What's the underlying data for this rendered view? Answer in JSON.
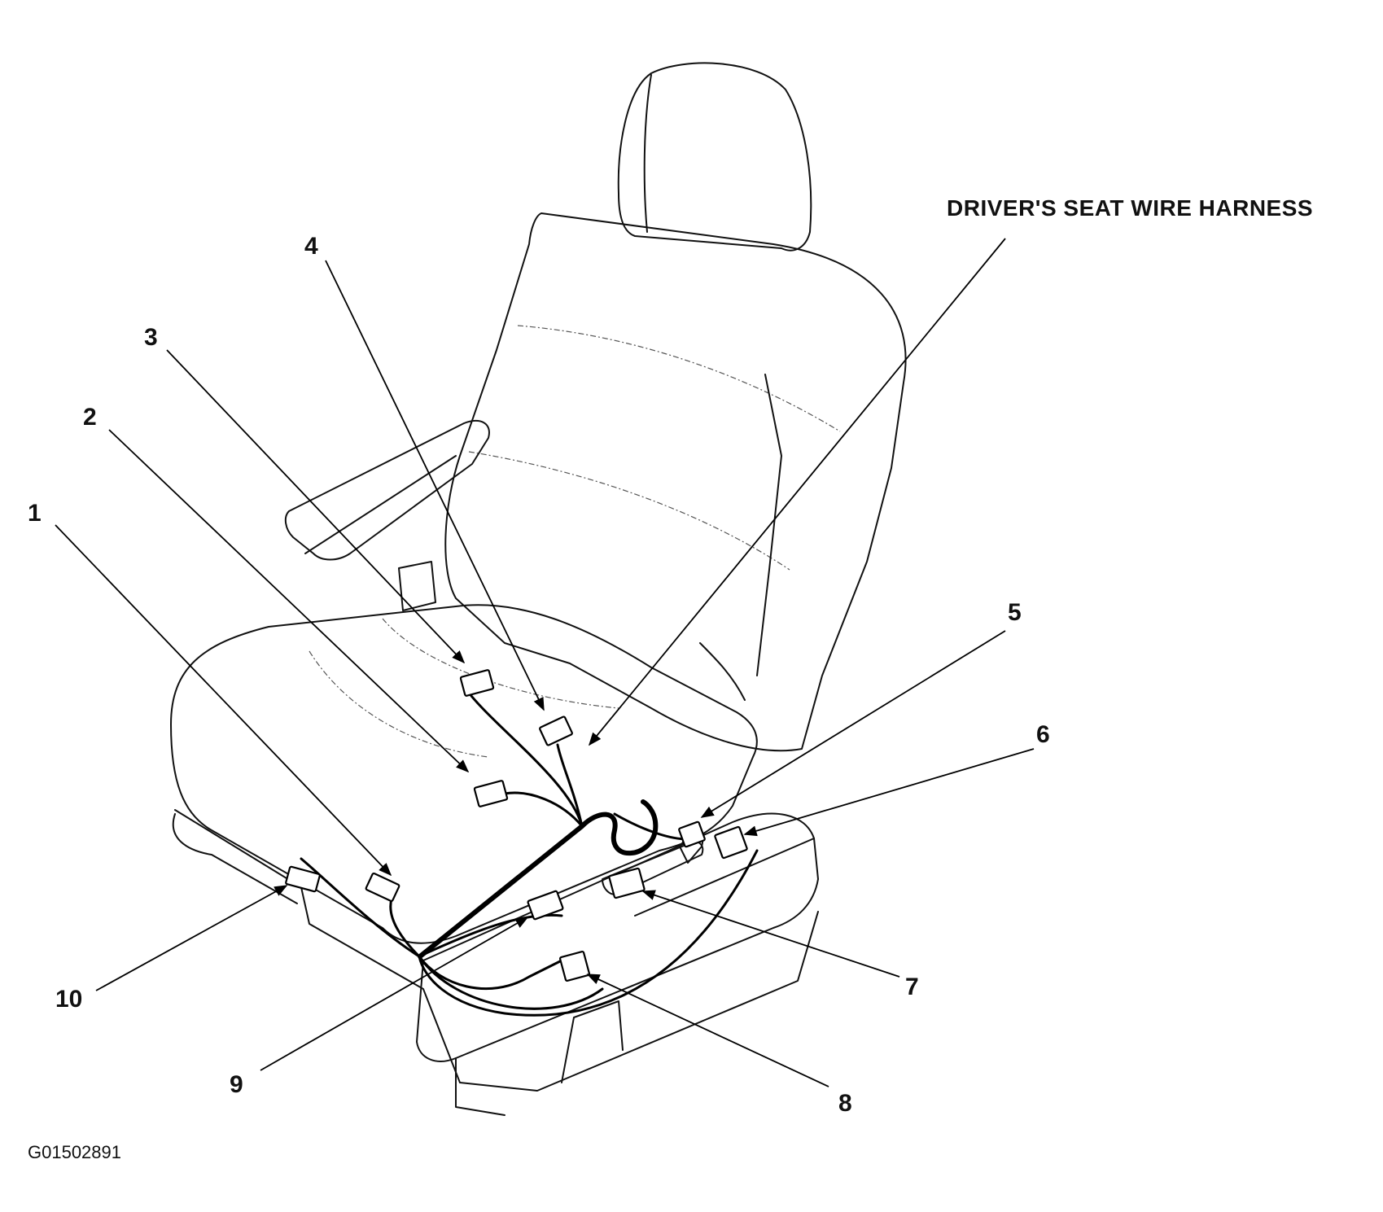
{
  "diagram": {
    "title": "DRIVER'S SEAT WIRE HARNESS",
    "code": "G01502891",
    "callouts": [
      "1",
      "2",
      "3",
      "4",
      "5",
      "6",
      "7",
      "8",
      "9",
      "10"
    ]
  }
}
